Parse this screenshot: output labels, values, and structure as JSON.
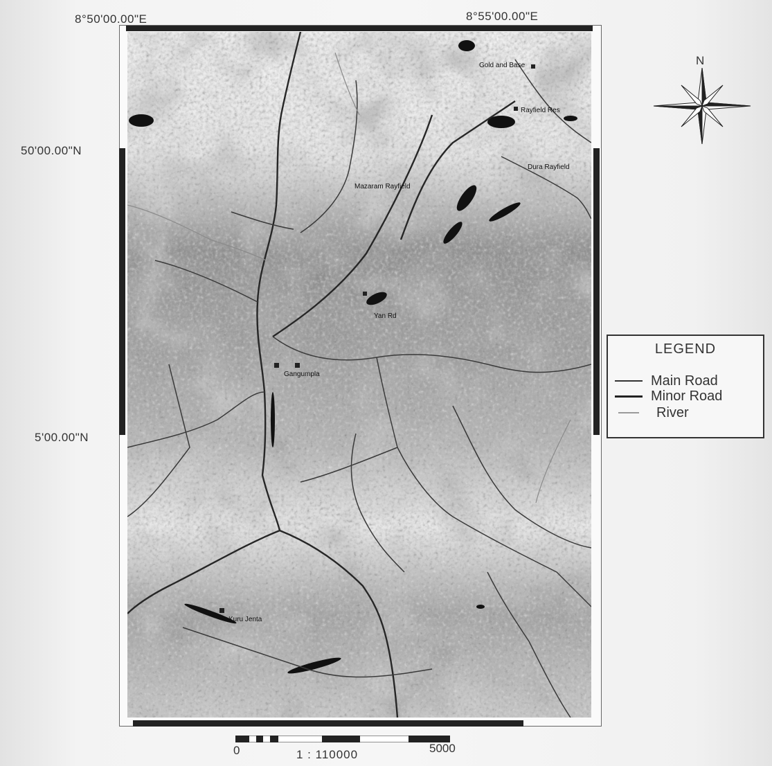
{
  "coordinates": {
    "lon_left": "8°50'00.00\"E",
    "lon_right": "8°55'00.00\"E",
    "lat_top": "50'00.00\"N",
    "lat_bottom": "5'00.00\"N"
  },
  "places": [
    {
      "name": "Gold and Base"
    },
    {
      "name": "Rayfield Res"
    },
    {
      "name": "Dura Rayfield"
    },
    {
      "name": "Mazaram Rayfield"
    },
    {
      "name": "Yan Rd"
    },
    {
      "name": "Gangumpla"
    },
    {
      "name": "Kuru Jenta"
    }
  ],
  "north_arrow": {
    "label": "N",
    "icon": "compass-rose-icon"
  },
  "legend": {
    "title": "LEGEND",
    "items": [
      {
        "label": "Main Road",
        "color": "#333333"
      },
      {
        "label": "Minor Road",
        "color": "#222222"
      },
      {
        "label": "River",
        "color": "#9a9a9a"
      }
    ]
  },
  "scale": {
    "start": "0",
    "ratio": "1 : 110000",
    "end": "5000"
  }
}
